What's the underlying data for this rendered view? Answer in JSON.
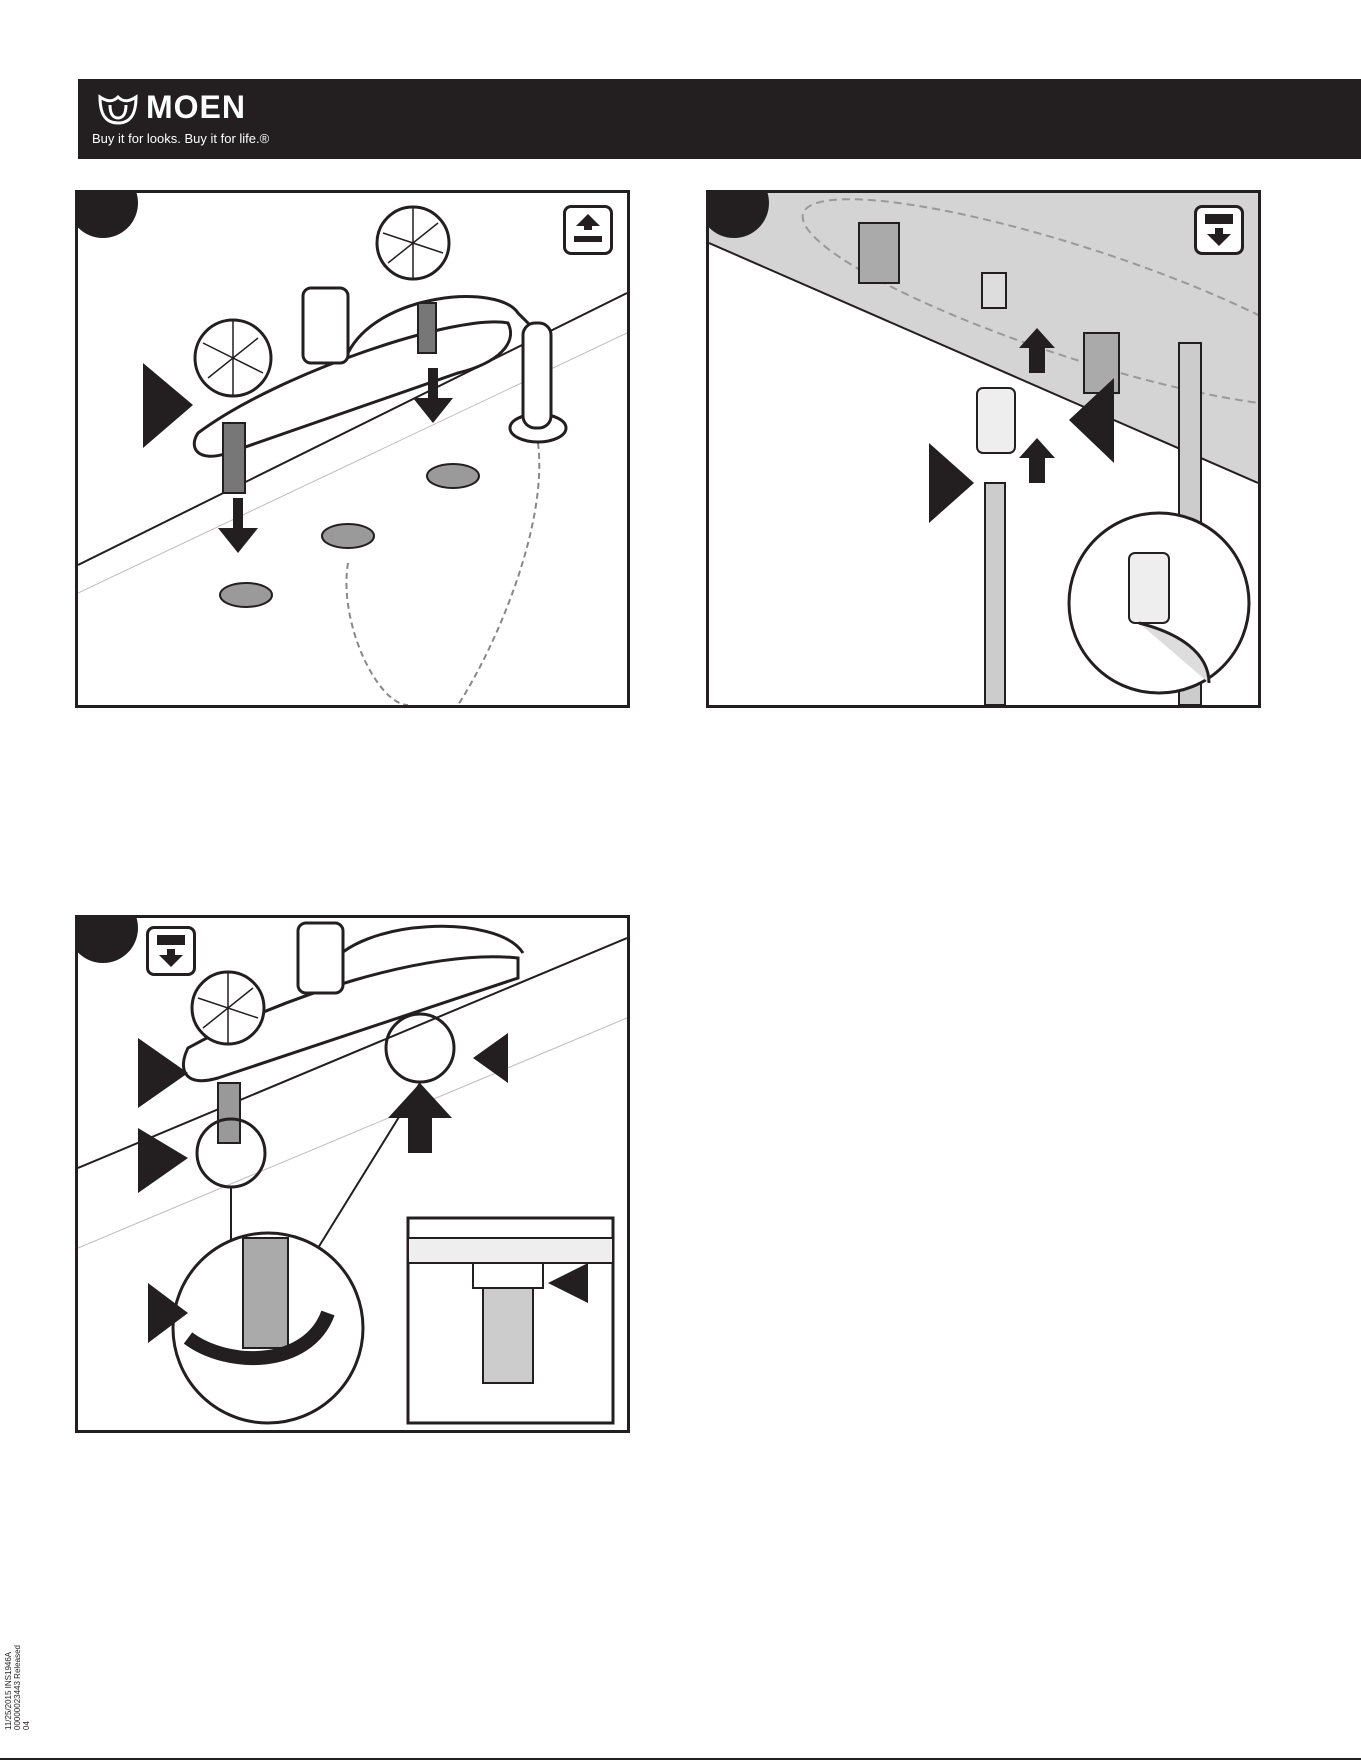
{
  "header": {
    "brand": "MOEN",
    "tagline": "Buy it for looks. Buy it for life.®",
    "brand_color": "#231f20"
  },
  "panels": [
    {
      "id": "install-faucet",
      "icon": "above-sink-icon"
    },
    {
      "id": "connect-hose",
      "icon": "below-sink-icon"
    },
    {
      "id": "secure-mounting-nuts",
      "icon": "below-sink-icon"
    }
  ],
  "footer": {
    "side_note": "11/25/2015 INS1946A 00000023443 Released 04"
  },
  "colors": {
    "line": "#231f20",
    "counter_shade": "#d4d4d4",
    "hole_fill": "#9a9a9a"
  }
}
